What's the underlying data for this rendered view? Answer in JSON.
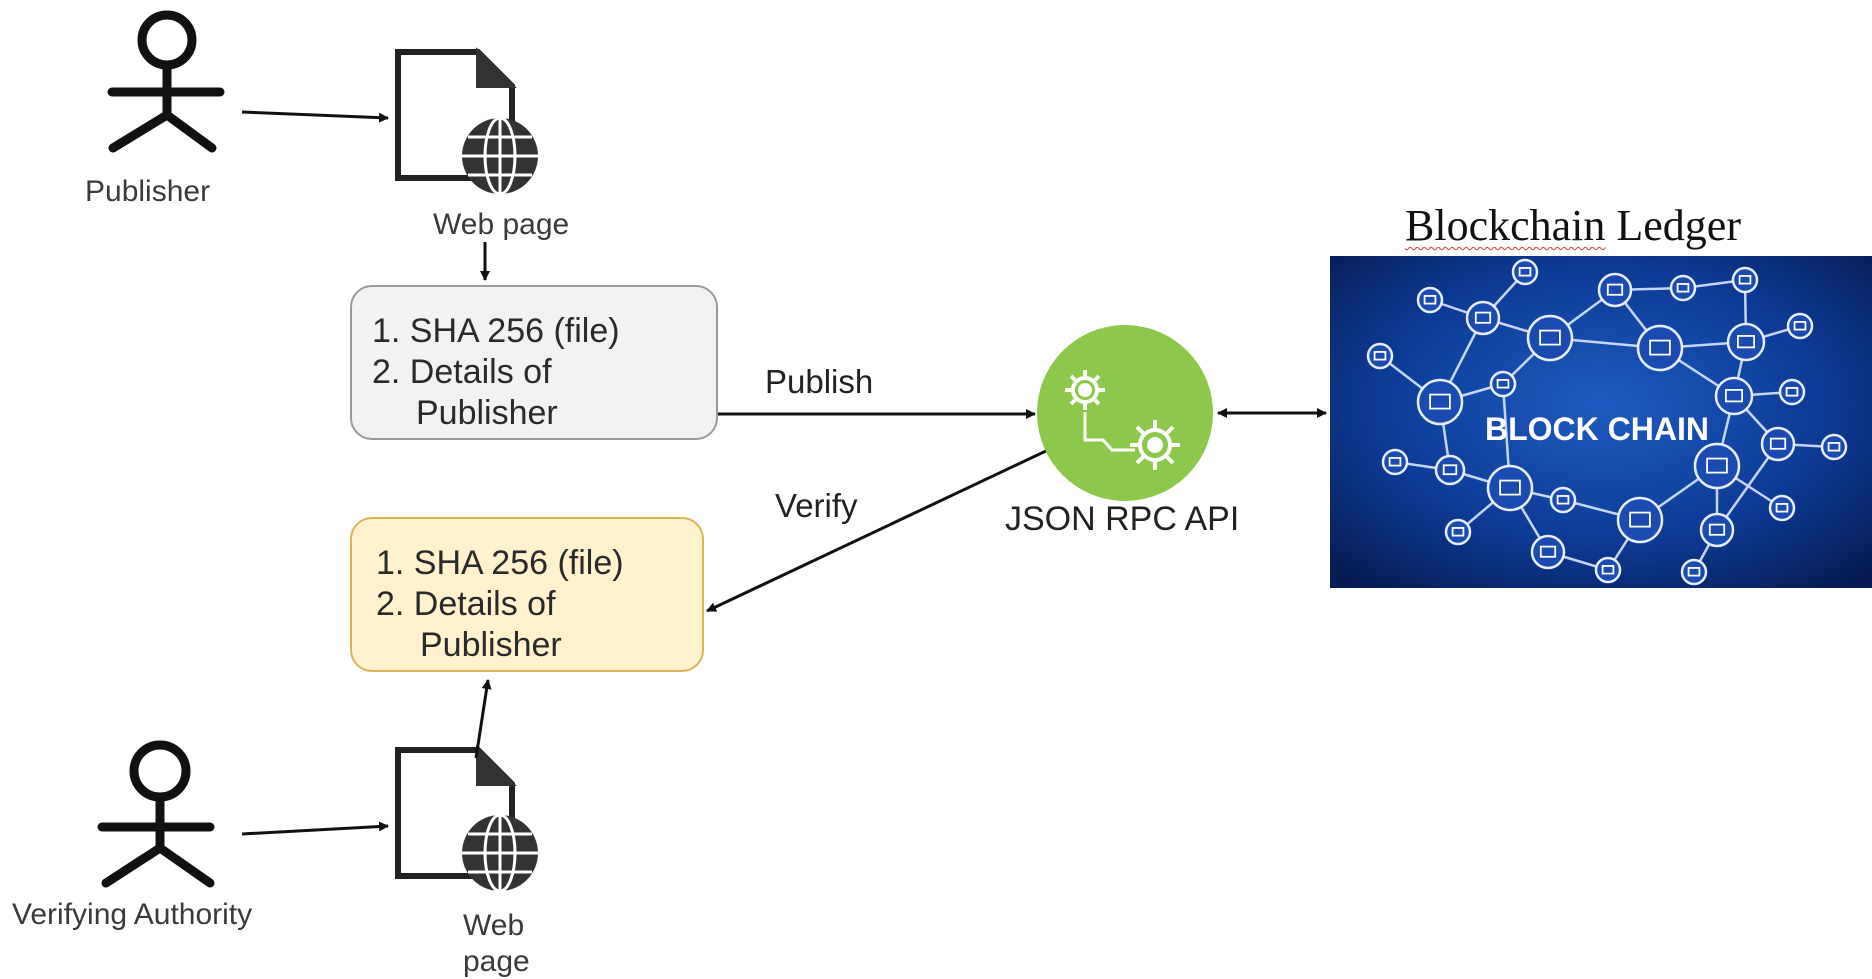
{
  "actors": {
    "publisher": "Publisher",
    "verifier": "Verifying Authority"
  },
  "web_pages": {
    "top": "Web page",
    "bottom_line1": "Web",
    "bottom_line2": "page"
  },
  "publish_box": {
    "line1": "1. SHA 256 (file)",
    "line2": "2. Details of",
    "line3": "Publisher",
    "fill": "#f2f2f2",
    "border": "#9a9a9a"
  },
  "verify_box": {
    "line1": "1. SHA 256 (file)",
    "line2": "2. Details of",
    "line3": "Publisher",
    "fill": "#fff2cc",
    "border": "#d6b656"
  },
  "arrows": {
    "publish": "Publish",
    "verify": "Verify"
  },
  "api": {
    "label": "JSON RPC API",
    "color": "#8cc84b"
  },
  "blockchain": {
    "title_word1": "Blockchain",
    "title_word2": "Ledger",
    "banner_text": "BLOCK CHAIN",
    "bg_color": "#0b2f7a"
  }
}
